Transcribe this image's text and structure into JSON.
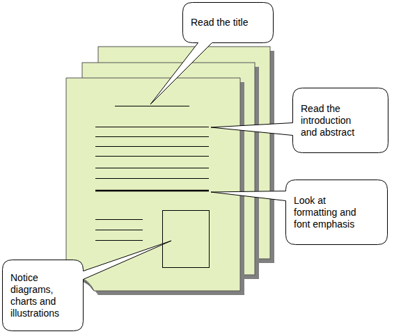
{
  "diagram": {
    "nodes": [
      {
        "text": [
          "Read the title"
        ]
      },
      {
        "text": [
          "Read the introduction and abstract"
        ]
      },
      {
        "text": [
          "Look at formatting and font emphasis"
        ]
      },
      {
        "text": [
          "Notice diagrams, charts and illustrations"
        ]
      }
    ]
  }
}
